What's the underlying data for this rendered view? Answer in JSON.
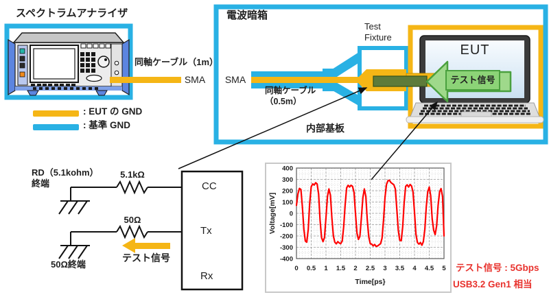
{
  "diagram": {
    "spectrum_analyzer_label": "スペクトラムアナライザ",
    "coax_cable_1m_label": "同軸ケーブル（1m）",
    "sma_left_label": "SMA",
    "sma_right_label": "SMA",
    "shield_box_label": "電波暗箱",
    "coax_cable_05m_label_line1": "同軸ケーブル",
    "coax_cable_05m_label_line2": "（0.5m）",
    "test_fixture_label_line1": "Test",
    "test_fixture_label_line2": "Fixture",
    "internal_board_label": "内部基板",
    "eut_label": "EUT",
    "test_signal_arrow_label": "テスト信号",
    "legend": {
      "eut_gnd_label": ": EUT の GND",
      "eut_gnd_color": "#f5b616",
      "reference_gnd_label": ": 基準 GND",
      "reference_gnd_color": "#29b1e4"
    },
    "circuit": {
      "rd_termination_line1": "RD（5.1kohm）",
      "rd_termination_line2": "終端",
      "resistor1_label": "5.1kΩ",
      "resistor2_label": "50Ω",
      "termination_label": "50Ω終端",
      "test_signal_label": "テスト信号",
      "pin_cc": "CC",
      "pin_tx": "Tx",
      "pin_rx": "Rx"
    },
    "note_line1": "テスト信号 : 5Gbps",
    "note_line2": "USB3.2 Gen1 相当",
    "note_color": "#e8322d"
  },
  "chart_data": {
    "type": "line",
    "title": "",
    "xlabel": "Time[ps}",
    "ylabel": "Voltage[mV]",
    "xlim": [
      0,
      5
    ],
    "ylim": [
      -400,
      400
    ],
    "grid": true,
    "legend_position": "none",
    "line_color": "#ff0000",
    "x_ticks": [
      0,
      0.5,
      1,
      1.5,
      2,
      2.5,
      3,
      3.5,
      4,
      4.5,
      5
    ],
    "x_tick_labels": [
      "0",
      "0.5",
      "1",
      "1.5",
      "2",
      "2.5",
      "3",
      "3.5",
      "4",
      "4.5",
      "5"
    ],
    "y_ticks": [
      400,
      300,
      200,
      100,
      0,
      -100,
      -200,
      -300,
      -400
    ],
    "y_tick_labels": [
      "400",
      "300",
      "200",
      "100",
      "0",
      "-100",
      "-200",
      "-300",
      "-400"
    ],
    "x_minor_step": 0.1,
    "y_minor_step": 50,
    "series": [
      {
        "name": "voltage",
        "x_start": 0,
        "x_step": 0.05,
        "values": [
          70,
          170,
          220,
          210,
          60,
          -140,
          -245,
          -255,
          -140,
          90,
          235,
          260,
          250,
          270,
          260,
          170,
          -60,
          -215,
          -250,
          -215,
          -40,
          150,
          215,
          160,
          -40,
          -200,
          -255,
          -270,
          -250,
          -262,
          -268,
          -245,
          -120,
          80,
          225,
          248,
          232,
          248,
          238,
          185,
          0,
          -175,
          -230,
          -205,
          -40,
          140,
          215,
          150,
          -60,
          -210,
          -268,
          -272,
          -288,
          -275,
          -292,
          -288,
          -278,
          -268,
          -220,
          -60,
          140,
          255,
          288,
          292,
          272,
          262,
          252,
          215,
          40,
          -150,
          -238,
          -242,
          -120,
          100,
          238,
          252,
          232,
          255,
          242,
          190,
          10,
          -185,
          -258,
          -272,
          -258,
          -282,
          -250,
          -140,
          60,
          190,
          232,
          155,
          -50,
          -150,
          -188,
          -110,
          70,
          190,
          218,
          150,
          -200
        ]
      }
    ]
  }
}
